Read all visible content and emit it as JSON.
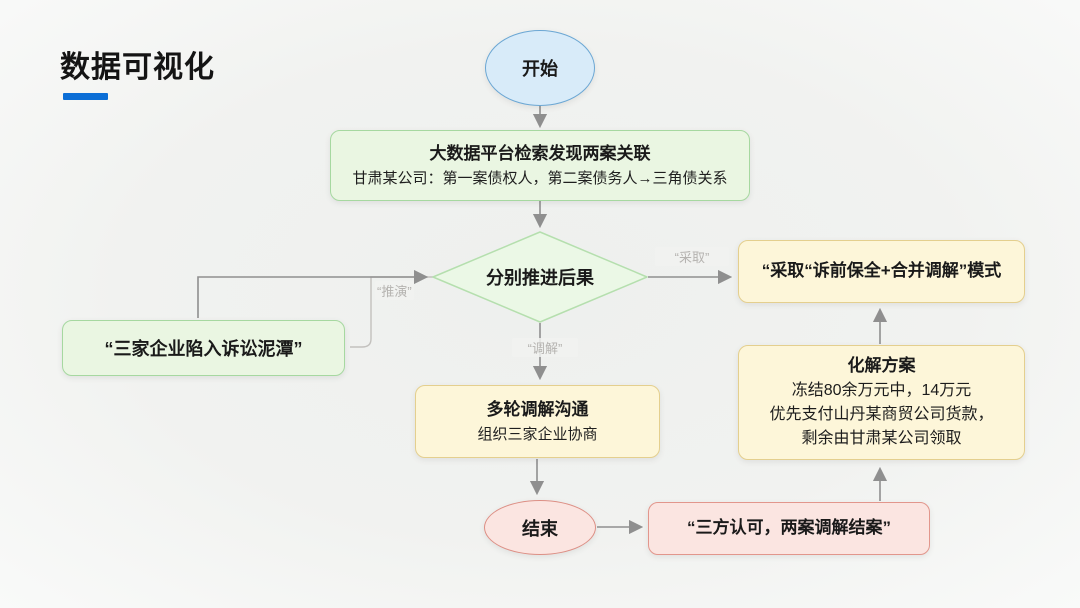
{
  "page": {
    "title": "数据可视化",
    "accent_color": "#0b6ed6",
    "background_color": "#f1f2f0"
  },
  "flowchart": {
    "nodes": {
      "start": {
        "label": "开始",
        "fill": "#d8ebf9",
        "stroke": "#6ba7d4"
      },
      "platform": {
        "title": "大数据平台检索发现两案关联",
        "subtitle": "甘肃某公司：第一案债权人，第二案债务人→三角债关系",
        "fill": "#eaf6e2",
        "stroke": "#a6d8a0"
      },
      "decision": {
        "label": "分别推进后果",
        "fill": "#ebf8e6",
        "stroke": "#b5dfae"
      },
      "quagmire": {
        "label": "“三家企业陷入诉讼泥潭”",
        "fill": "#eaf6e2",
        "stroke": "#a6d8a0"
      },
      "mediation": {
        "title": "多轮调解沟通",
        "subtitle": "组织三家企业协商",
        "fill": "#fdf6d9",
        "stroke": "#e4cf8e"
      },
      "adopt": {
        "label": "“采取“诉前保全+合并调解”模式",
        "fill": "#fdf6d9",
        "stroke": "#e4cf8e"
      },
      "plan": {
        "title": "化解方案",
        "line1": "冻结80余万元中，14万元",
        "line2": "优先支付山丹某商贸公司货款，",
        "line3": "剩余由甘肃某公司领取",
        "fill": "#fdf6d9",
        "stroke": "#e4cf8e"
      },
      "end": {
        "label": "结束",
        "fill": "#fbe5e1",
        "stroke": "#dd8f85"
      },
      "closed": {
        "label": "“三方认可，两案调解结案”",
        "fill": "#fbe5e1",
        "stroke": "#e2968c"
      }
    },
    "edge_labels": {
      "adopt": "“采取”",
      "mediate": "“调解”",
      "simulate": "“推演”"
    },
    "edge_color": "#8f8f8f"
  }
}
